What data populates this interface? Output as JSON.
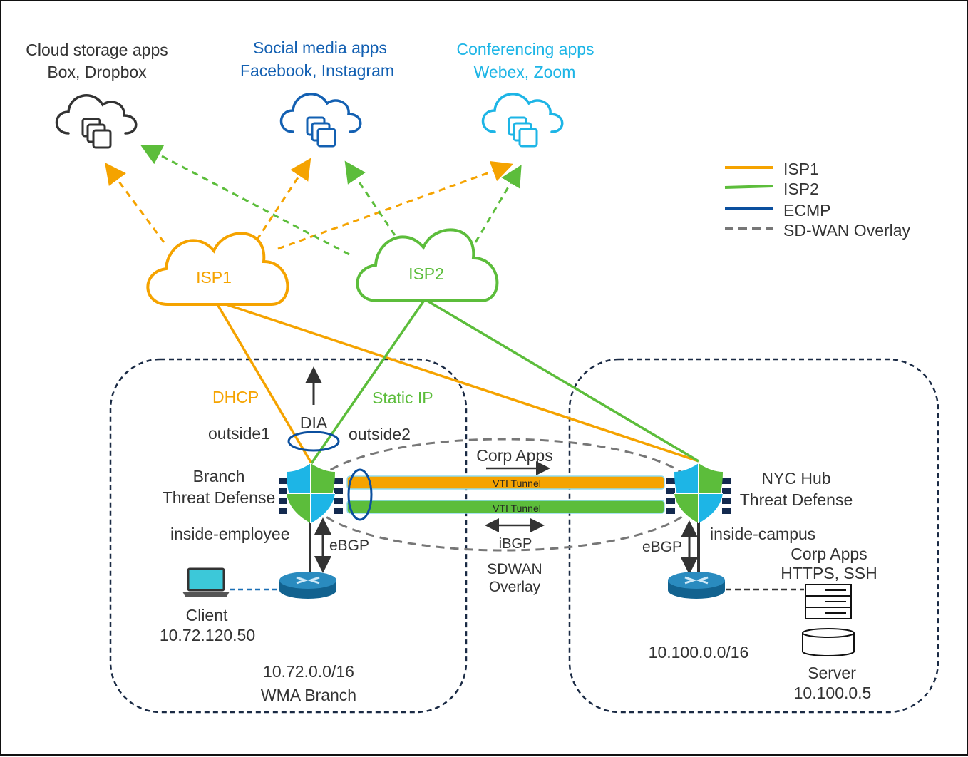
{
  "colors": {
    "isp1": "#F5A300",
    "isp2": "#5CBD3B",
    "ecmp": "#0B4F9E",
    "overlay": "#777777",
    "social": "#1360B2",
    "conferencing": "#1DB5E6",
    "cloud_storage": "#333333",
    "boundary": "#1a2a44"
  },
  "app_clouds": [
    {
      "title": "Cloud storage apps",
      "subtitle": "Box, Dropbox",
      "icon": "cloud-apps-icon"
    },
    {
      "title": "Social media apps",
      "subtitle": "Facebook, Instagram",
      "icon": "cloud-apps-icon"
    },
    {
      "title": "Conferencing apps",
      "subtitle": "Webex, Zoom",
      "icon": "cloud-apps-icon"
    }
  ],
  "isps": [
    {
      "label": "ISP1"
    },
    {
      "label": "ISP2"
    }
  ],
  "legend": [
    {
      "label": "ISP1",
      "style": "solid",
      "color": "#F5A300"
    },
    {
      "label": "ISP2",
      "style": "solid",
      "color": "#5CBD3B"
    },
    {
      "label": "ECMP",
      "style": "solid",
      "color": "#0B4F9E"
    },
    {
      "label": "SD-WAN Overlay",
      "style": "dashed",
      "color": "#777777"
    }
  ],
  "branch": {
    "dhcp": "DHCP",
    "static_ip": "Static IP",
    "dia": "DIA",
    "outside1": "outside1",
    "outside2": "outside2",
    "device_line1": "Branch",
    "device_line2": "Threat Defense",
    "inside": "inside-employee",
    "ebgp": "eBGP",
    "client_label": "Client",
    "client_ip": "10.72.120.50",
    "network": "10.72.0.0/16",
    "site": "WMA Branch"
  },
  "overlay": {
    "corp_apps": "Corp Apps",
    "tunnel1": "VTI Tunnel",
    "tunnel2": "VTI Tunnel",
    "ibgp": "iBGP",
    "sdwan_line1": "SDWAN",
    "sdwan_line2": "Overlay"
  },
  "hub": {
    "device_line1": "NYC Hub",
    "device_line2": "Threat Defense",
    "inside": "inside-campus",
    "ebgp": "eBGP",
    "apps_line1": "Corp Apps",
    "apps_line2": "HTTPS, SSH",
    "network": "10.100.0.0/16",
    "server_label": "Server",
    "server_ip": "10.100.0.5"
  }
}
